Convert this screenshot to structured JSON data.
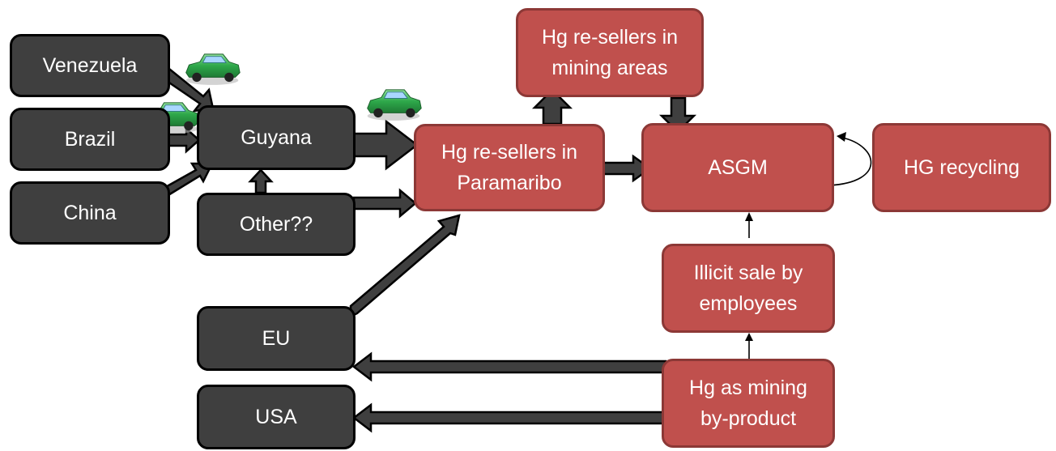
{
  "nodes": {
    "venezuela": {
      "label": "Venezuela"
    },
    "brazil": {
      "label": "Brazil"
    },
    "china": {
      "label": "China"
    },
    "guyana": {
      "label": "Guyana"
    },
    "other": {
      "label": "Other??"
    },
    "eu": {
      "label": "EU"
    },
    "usa": {
      "label": "USA"
    },
    "resellers_paramaribo": {
      "line1": "Hg re-sellers in",
      "line2": "Paramaribo"
    },
    "resellers_mining": {
      "line1": "Hg re-sellers in",
      "line2": "mining areas"
    },
    "asgm": {
      "label": "ASGM"
    },
    "recycling": {
      "label": "HG recycling"
    },
    "illicit": {
      "line1": "Illicit sale by",
      "line2": "employees"
    },
    "byproduct": {
      "line1": "Hg as mining",
      "line2": "by-product"
    }
  },
  "colors": {
    "source_fill": "#3f3f3f",
    "source_border": "#000000",
    "hub_fill": "#c0504d",
    "hub_border": "#8c3836",
    "car": "#2ea84a"
  },
  "icons": [
    "car-icon",
    "car-icon",
    "car-icon"
  ]
}
